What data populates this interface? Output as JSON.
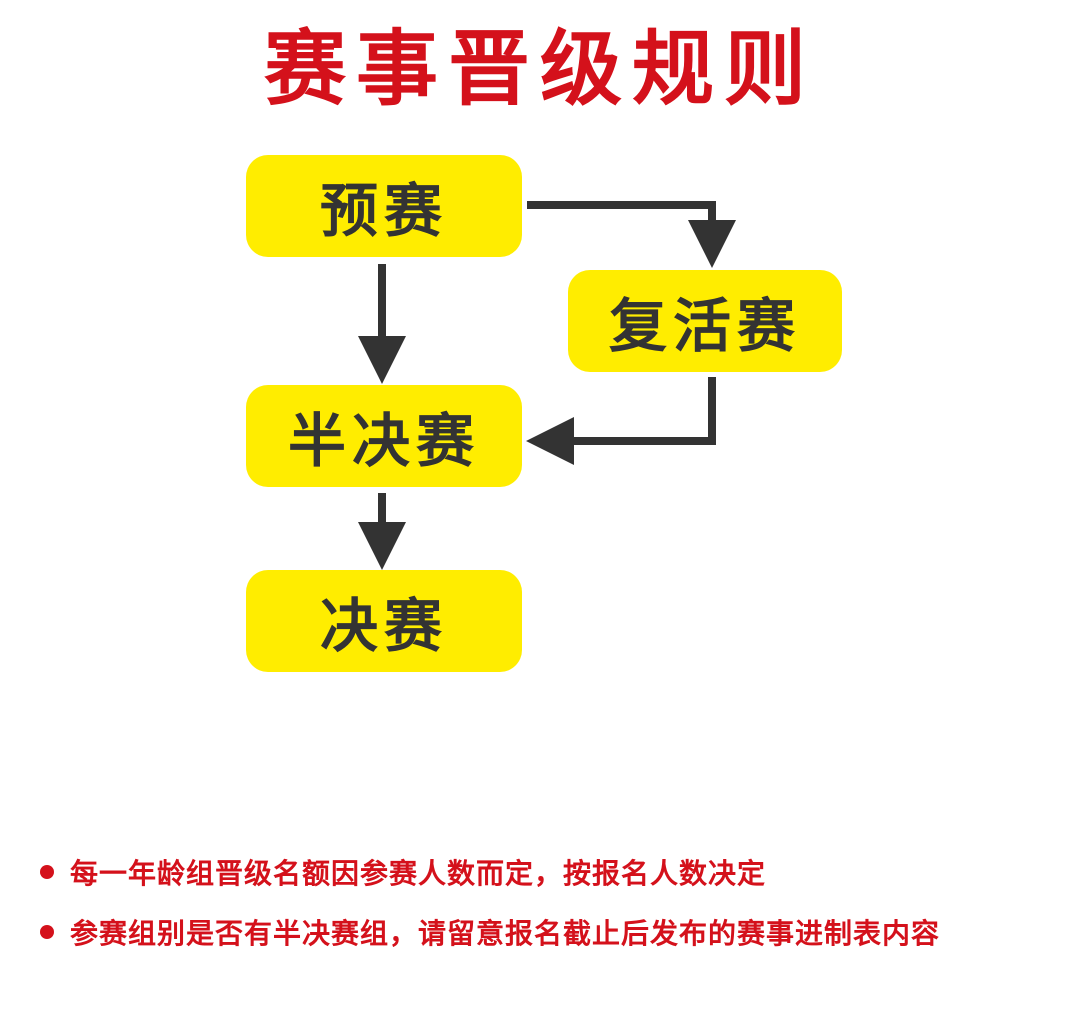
{
  "title": "赛事晋级规则",
  "colors": {
    "title": "#d4111b",
    "node_fill": "#ffed00",
    "node_text": "#333333",
    "arrow": "#333333",
    "note_text": "#d4111b",
    "bullet": "#d4111b"
  },
  "nodes": {
    "prelim": "预赛",
    "repechage": "复活赛",
    "semi": "半决赛",
    "final": "决赛"
  },
  "edges": [
    {
      "from": "预赛",
      "to": "半决赛"
    },
    {
      "from": "预赛",
      "to": "复活赛"
    },
    {
      "from": "复活赛",
      "to": "半决赛"
    },
    {
      "from": "半决赛",
      "to": "决赛"
    }
  ],
  "notes": [
    "每一年龄组晋级名额因参赛人数而定，按报名人数决定",
    "参赛组别是否有半决赛组，请留意报名截止后发布的赛事进制表内容"
  ]
}
